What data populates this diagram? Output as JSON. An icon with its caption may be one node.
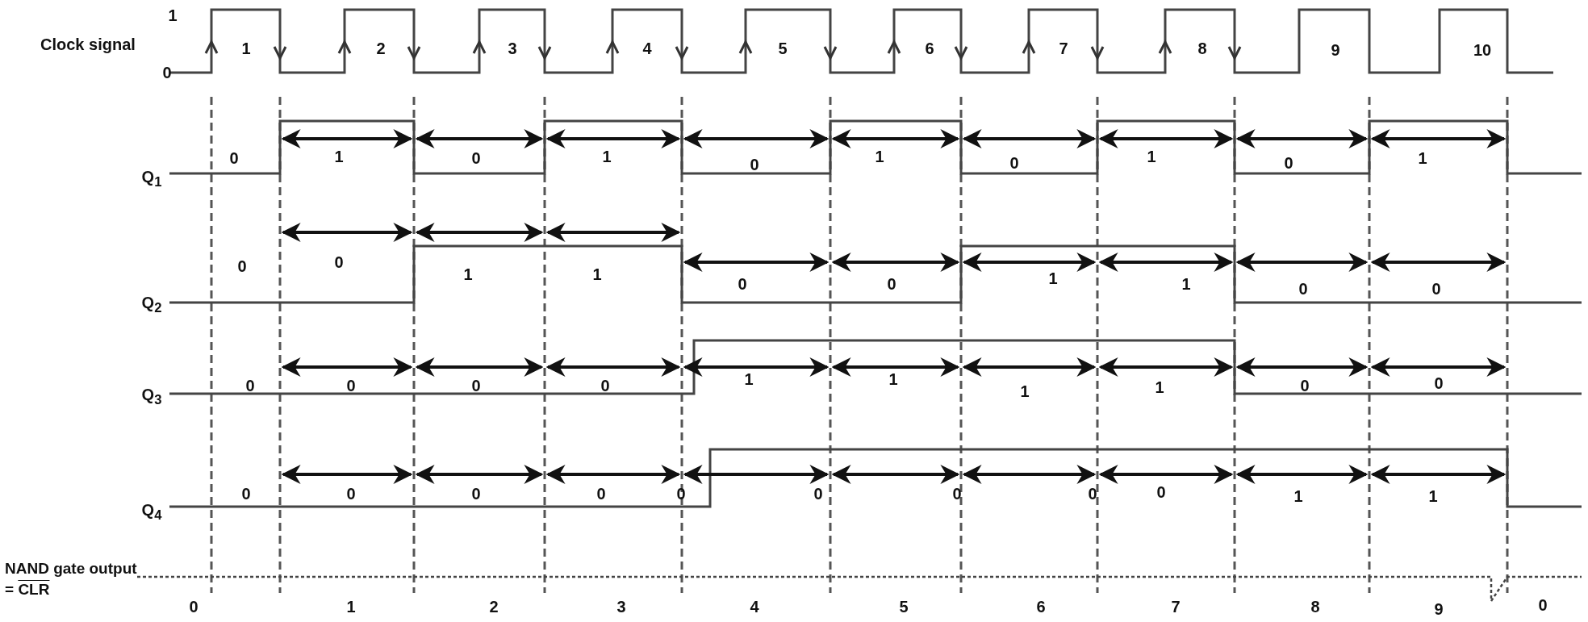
{
  "diagram": {
    "labels": [
      "1",
      "Clock signal",
      "0",
      "1",
      "2",
      "3",
      "4",
      "5",
      "6",
      "7",
      "8",
      "9",
      "10",
      "Q$_{1}$",
      "0",
      "1",
      "0",
      "1",
      "0",
      "1",
      "0",
      "1",
      "0",
      "1",
      "Q$_{2}$",
      "0",
      "0",
      "1",
      "1",
      "0",
      "0",
      "1",
      "1",
      "0",
      "0",
      "Q$_{3}$",
      "0",
      "0",
      "0",
      "0",
      "1",
      "1",
      "1",
      "1",
      "0",
      "0",
      "Q$_{4}$",
      "0",
      "0",
      "0",
      "0",
      "0",
      "0",
      "0",
      "0",
      "0",
      "1",
      "1",
      "NAND gate output = CLR",
      "0",
      "1",
      "2",
      "3",
      "4",
      "5",
      "6",
      "7",
      "8",
      "9",
      "0"
    ]
  }
}
